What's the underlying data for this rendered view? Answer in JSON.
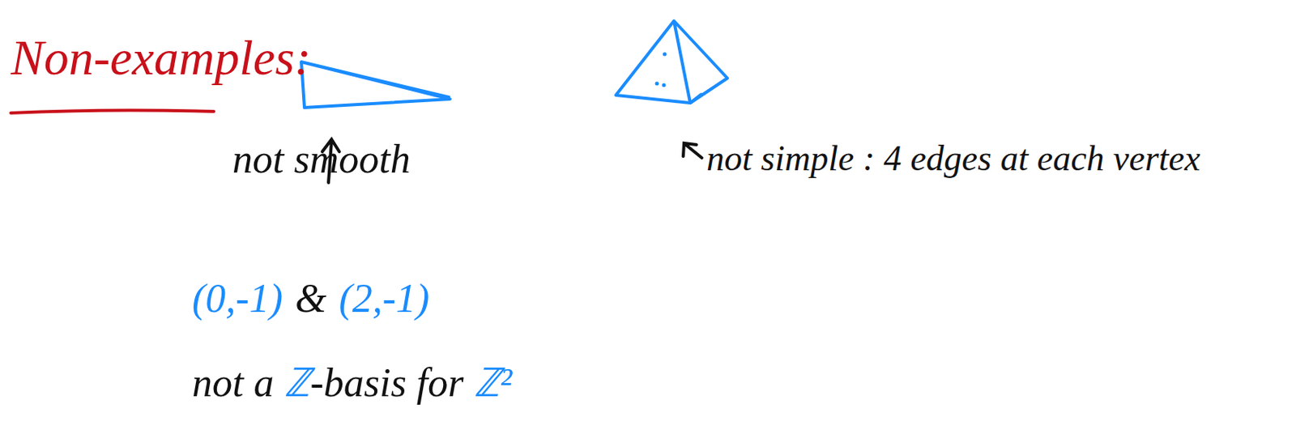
{
  "diagram": {
    "labels": [
      "Non-examples:",
      "not smooth",
      "(0,-1)",
      "&",
      "(2,-1)",
      "not a",
      "ℤ",
      "-basis for",
      "ℤ²",
      "not simple : 4 edges at each vertex"
    ]
  }
}
